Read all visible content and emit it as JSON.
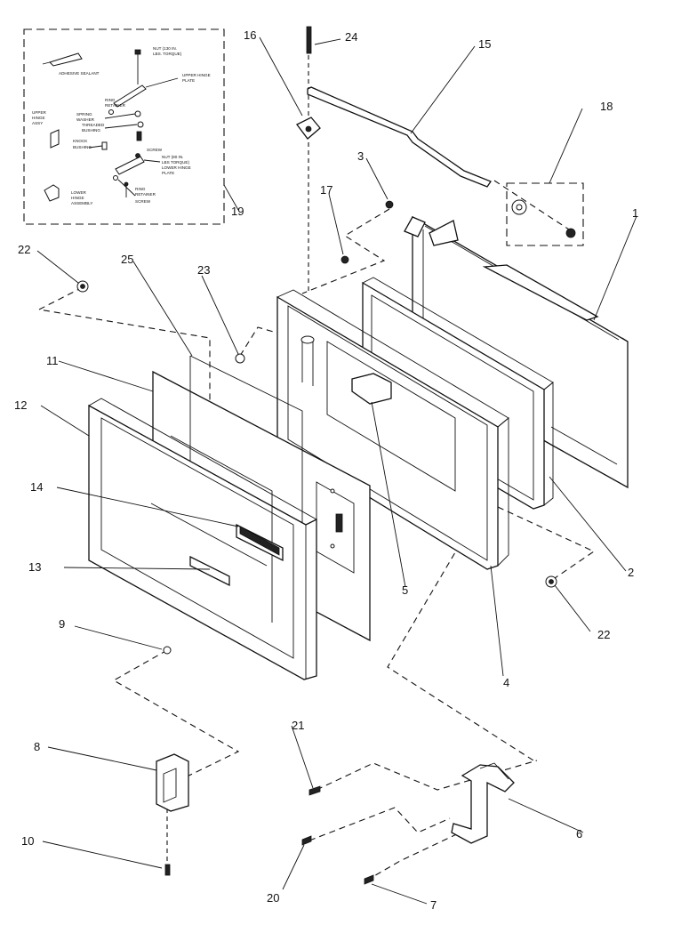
{
  "callouts": {
    "c1": "1",
    "c2": "2",
    "c3": "3",
    "c4": "4",
    "c5": "5",
    "c6": "6",
    "c7": "7",
    "c8": "8",
    "c9": "9",
    "c10": "10",
    "c11": "11",
    "c12": "12",
    "c13": "13",
    "c14": "14",
    "c15": "15",
    "c16": "16",
    "c17": "17",
    "c18": "18",
    "c19": "19",
    "c20": "20",
    "c21": "21",
    "c22a": "22",
    "c22b": "22",
    "c23": "23",
    "c24": "24",
    "c25": "25"
  },
  "inset": {
    "adhesive_sealant": "ADHESIVE SEALANT",
    "nut_top_1": "NUT (130 IN.",
    "nut_top_2": "LBS. TORQUE)",
    "upper_plate_1": "UPPER HINGE",
    "upper_plate_2": "PLATE",
    "ring_retainer_1": "RING",
    "ring_retainer_2": "RETAINER",
    "upper_hinge_1": "UPPER",
    "upper_hinge_2": "HINGE",
    "upper_hinge_3": "ASSY",
    "spring_washer_1": "SPRING",
    "spring_washer_2": "WASHER",
    "threaded_bushing_1": "THREADED",
    "threaded_bushing_2": "BUSHING",
    "knock_bushing_1": "KNOCK",
    "knock_bushing_2": "BUSHING",
    "screw_top": "SCREW",
    "nut_bot_1": "NUT (80 IN.",
    "nut_bot_2": "LBS TORQUE)",
    "lower_plate_1": "LOWER HINGE",
    "lower_plate_2": "PLATE",
    "lower_assy_1": "LOWER",
    "lower_assy_2": "HINGE",
    "lower_assy_3": "ASSEMBLY",
    "ring_bot_1": "RING",
    "ring_bot_2": "RETAINER",
    "screw_bot": "SCREW"
  }
}
